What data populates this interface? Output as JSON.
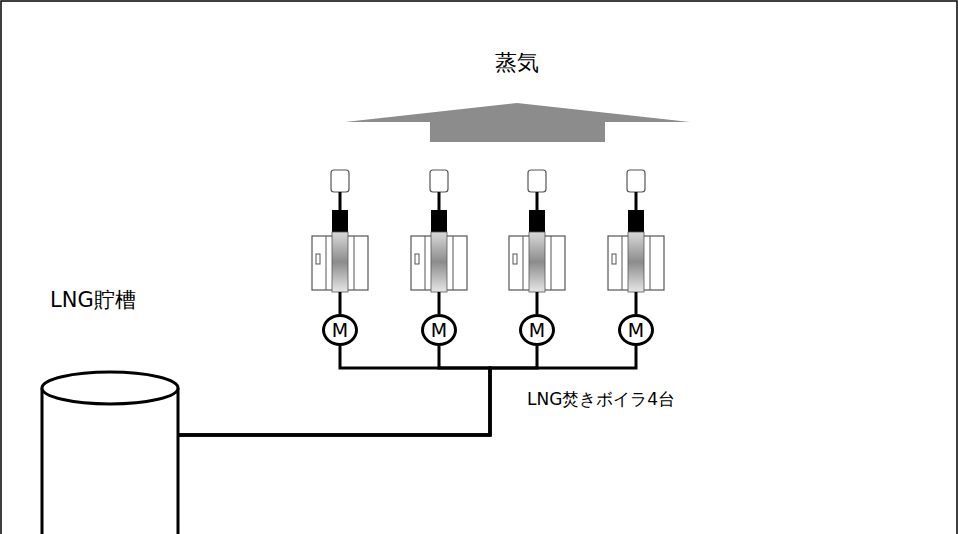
{
  "diagram": {
    "nodes": [
      {
        "text": [
          "LNG貯槽"
        ]
      },
      {
        "text": [
          "M"
        ]
      },
      {
        "text": [
          "M"
        ]
      },
      {
        "text": [
          "M"
        ]
      },
      {
        "text": [
          "M"
        ]
      }
    ],
    "edges": [
      {
        "from": 0,
        "to": 1,
        "arrow": "none"
      },
      {
        "from": 0,
        "to": 2,
        "arrow": "none"
      },
      {
        "from": 0,
        "to": 3,
        "arrow": "none"
      },
      {
        "from": 0,
        "to": 4,
        "arrow": "none"
      }
    ],
    "labels": [
      "蒸気",
      "LNG焚きボイラ4台"
    ]
  }
}
